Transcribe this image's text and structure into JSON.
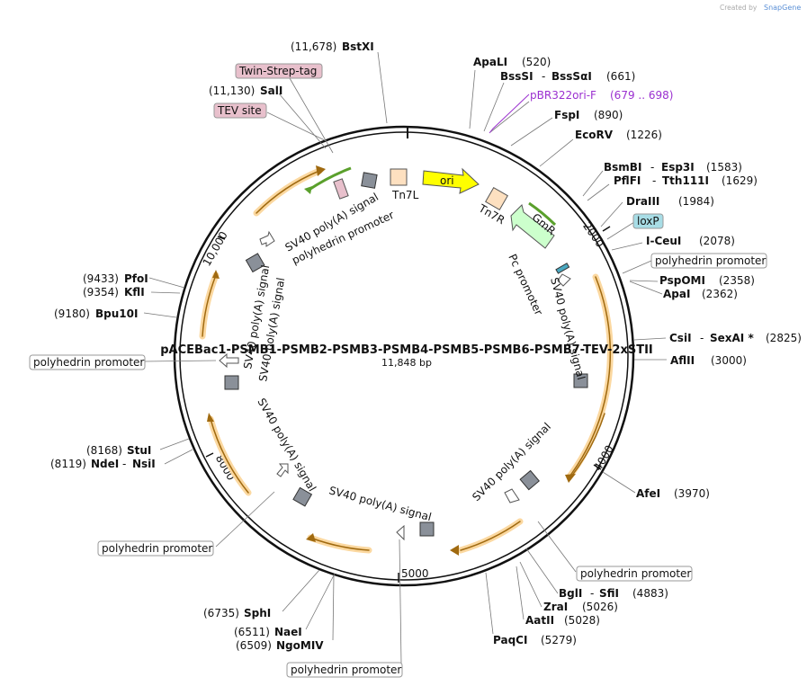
{
  "credit": "Created by",
  "brand": "SnapGene",
  "plasmid": {
    "name": "pACEBac1-PSMB1-PSMB2-PSMB3-PSMB4-PSMB5-PSMB6-PSMB7-TEV-2xSTII",
    "length_label": "11,848 bp"
  },
  "ticks": [
    "2000",
    "4000",
    "5000",
    "8000",
    "10,000"
  ],
  "enzymes": [
    {
      "pos": "(11,678)",
      "name": "BstXI"
    },
    {
      "pos": "(11,130)",
      "name": "SalI"
    },
    {
      "name": "ApaLI",
      "pos": "(520)"
    },
    {
      "name": "BssSI",
      "sep": "-",
      "name2": "BssSαI",
      "pos": "(661)"
    },
    {
      "name": "FspI",
      "pos": "(890)"
    },
    {
      "name": "EcoRV",
      "pos": "(1226)"
    },
    {
      "name": "BsmBI",
      "sep": "-",
      "name2": "Esp3I",
      "pos": "(1583)"
    },
    {
      "name": "PflFI",
      "sep": "-",
      "name2": "Tth111I",
      "pos": "(1629)"
    },
    {
      "name": "DraIII",
      "pos": "(1984)"
    },
    {
      "name": "I-CeuI",
      "pos": "(2078)"
    },
    {
      "name": "PspOMI",
      "pos": "(2358)"
    },
    {
      "name": "ApaI",
      "pos": "(2362)"
    },
    {
      "name": "CsiI",
      "sep": "-",
      "name2": "SexAI *",
      "pos": "(2825)"
    },
    {
      "name": "AflII",
      "pos": "(3000)"
    },
    {
      "name": "AfeI",
      "pos": "(3970)"
    },
    {
      "name": "BglI",
      "sep": "-",
      "name2": "SfiI",
      "pos": "(4883)"
    },
    {
      "name": "ZraI",
      "pos": "(5026)"
    },
    {
      "name": "AatII",
      "pos": "(5028)"
    },
    {
      "name": "PaqCI",
      "pos": "(5279)"
    },
    {
      "pos": "(6735)",
      "name": "SphI"
    },
    {
      "pos": "(6511)",
      "name": "NaeI"
    },
    {
      "pos": "(6509)",
      "name": "NgoMIV"
    },
    {
      "pos": "(8168)",
      "name": "StuI"
    },
    {
      "pos": "(8119)",
      "name": "NdeI",
      "sep": "-",
      "name2": "NsiI"
    },
    {
      "pos": "(9433)",
      "name": "PfoI"
    },
    {
      "pos": "(9354)",
      "name": "KflI"
    },
    {
      "pos": "(9180)",
      "name": "Bpu10I"
    }
  ],
  "primer": {
    "name": "pBR322ori-F",
    "range": "(679 .. 698)"
  },
  "boxed_labels": {
    "twin_strep": "Twin-Strep-tag",
    "tev": "TEV site",
    "loxp": "loxP",
    "polyhedrin": "polyhedrin promoter"
  },
  "inner_labels": {
    "tn7l": "Tn7L",
    "tn7r": "Tn7R",
    "ori": "ori",
    "gmr": "GmR",
    "pc_promoter": "Pc promoter",
    "sv40": "SV40 poly(A) signal",
    "polyhedrin": "polyhedrin promoter"
  },
  "colors": {
    "ori": "#ffff00",
    "gmr": "#ccffcc",
    "tn7": "#fde0c0",
    "cds_arrow": "#f5a623",
    "tag_green": "#5aa02c",
    "primer": "#9b30d0",
    "box_pink": "#e8c0cc",
    "box_blue": "#a8dde6",
    "terminator": "#999999"
  }
}
